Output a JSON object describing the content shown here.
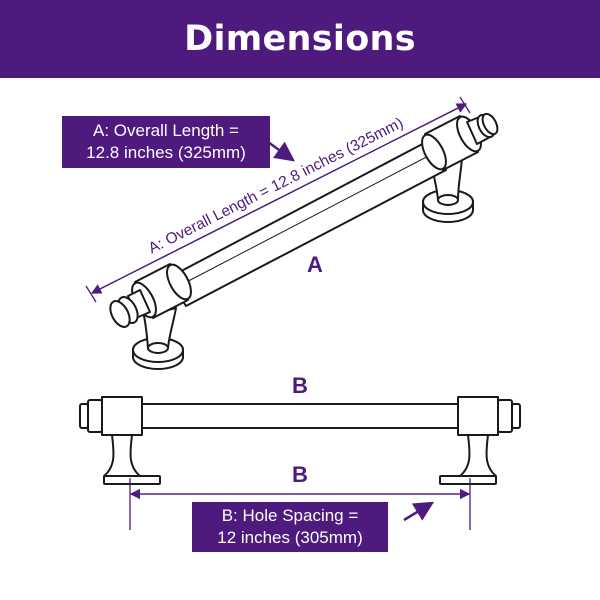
{
  "header": {
    "title": "Dimensions"
  },
  "view_a": {
    "letter": "A",
    "dimension_text": "A: Overall Length = 12.8 inches (325mm)",
    "callout_line1": "A: Overall Length =",
    "callout_line2": "12.8 inches (325mm)"
  },
  "view_b": {
    "letter_top": "B",
    "letter_bottom": "B",
    "callout_line1": "B: Hole Spacing =",
    "callout_line2": "12 inches (305mm)"
  },
  "colors": {
    "brand_purple": "#4e1a7e",
    "outline": "#1a1a1a",
    "background": "#ffffff"
  }
}
